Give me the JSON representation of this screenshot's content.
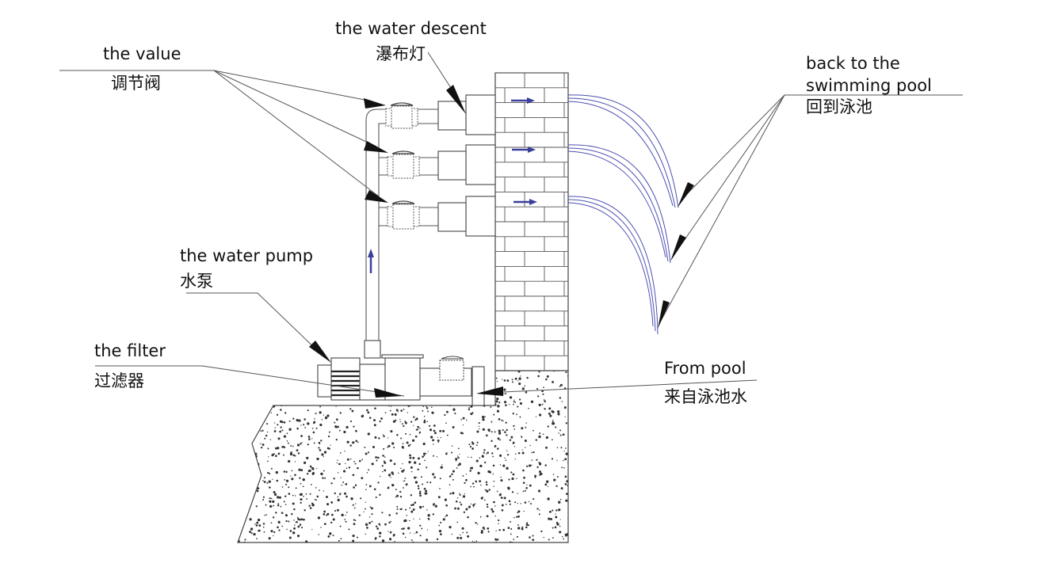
{
  "labels": {
    "valve_en": "the value",
    "valve_zh": "调节阀",
    "descent_en": "the water descent",
    "descent_zh": "瀑布灯",
    "back_en1": "back to the",
    "back_en2": "swimming pool",
    "back_zh": "回到泳池",
    "pump_en": "the water pump",
    "pump_zh": "水泵",
    "filter_en": "the filter",
    "filter_zh": "过滤器",
    "from_en": "From pool",
    "from_zh": "来自泳池水"
  },
  "colors": {
    "line": "#333333",
    "flow_arrow": "#3a3f9a",
    "water": "#4a4fb0"
  }
}
